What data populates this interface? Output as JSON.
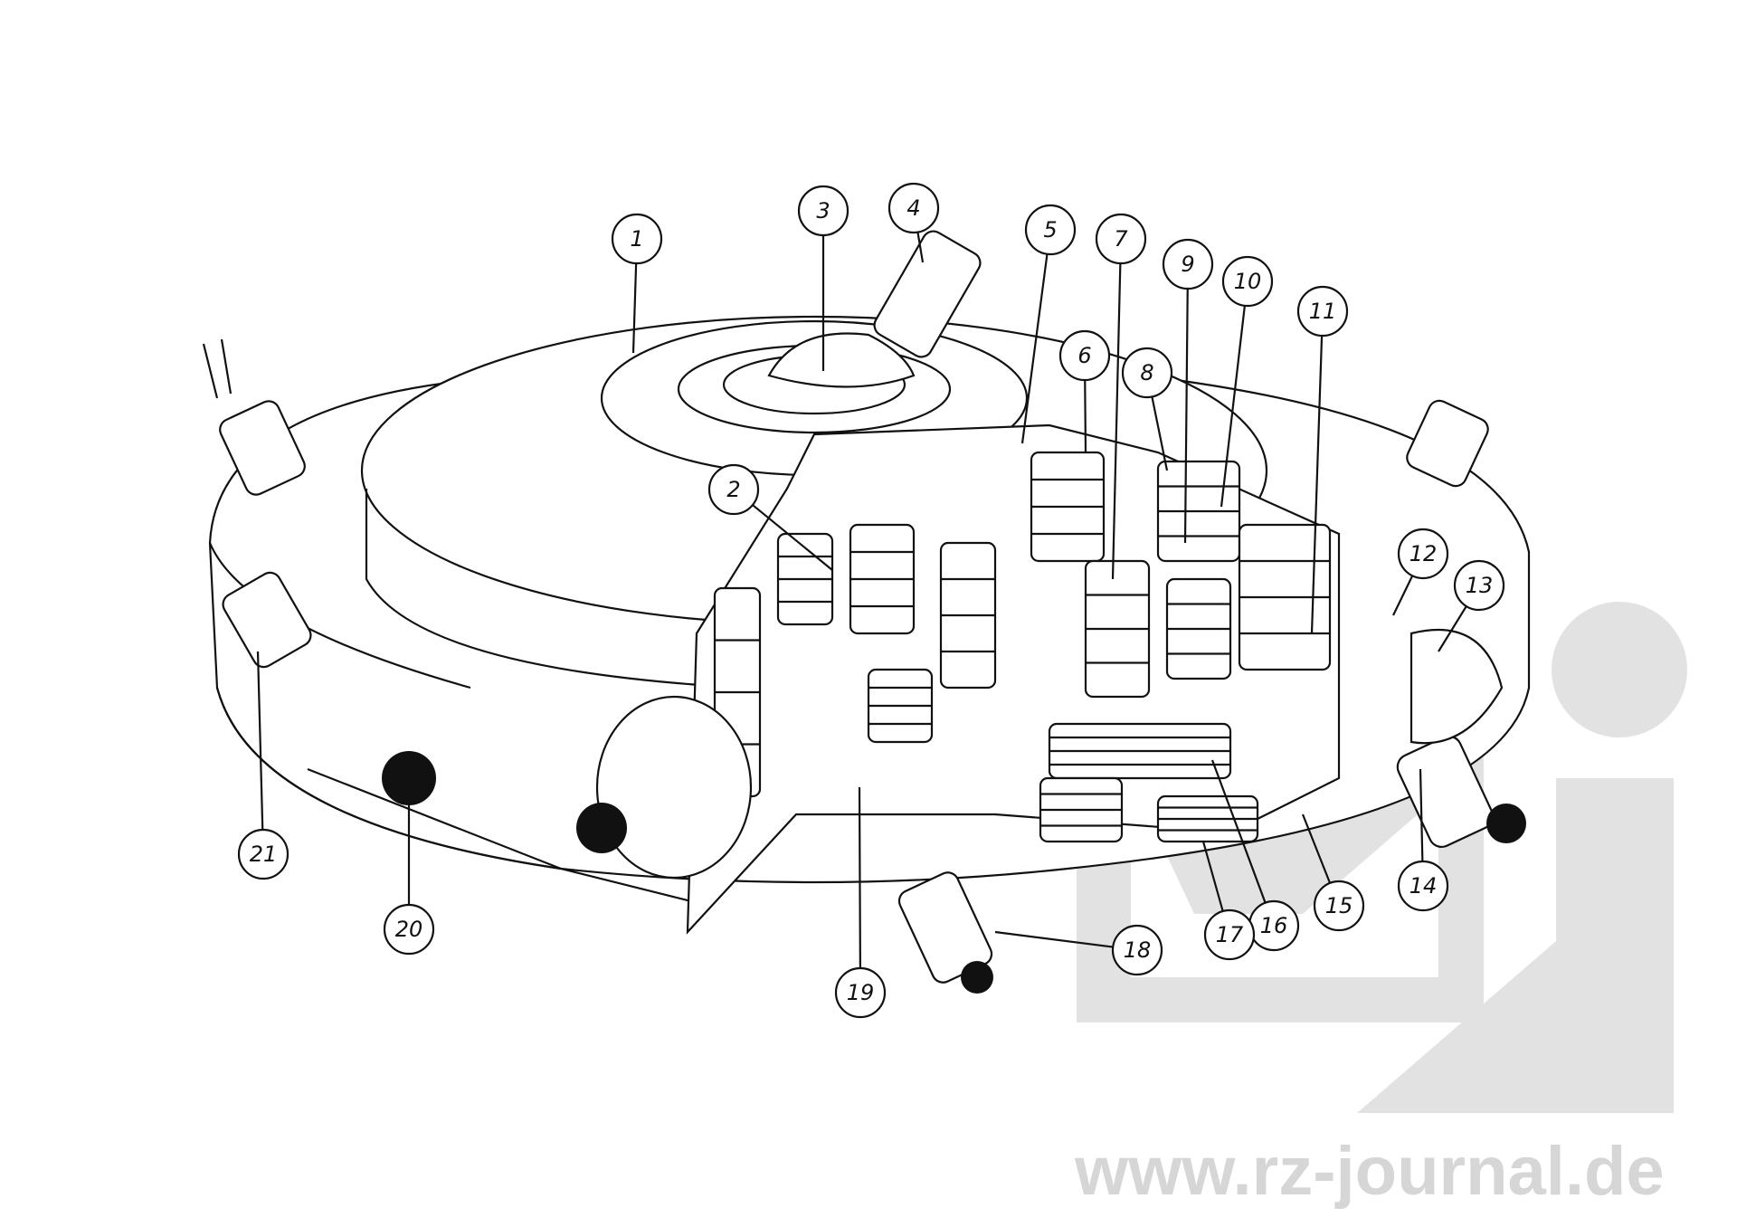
{
  "diagram": {
    "callouts": [
      {
        "number": "1"
      },
      {
        "number": "2"
      },
      {
        "number": "3"
      },
      {
        "number": "4"
      },
      {
        "number": "5"
      },
      {
        "number": "6"
      },
      {
        "number": "7"
      },
      {
        "number": "8"
      },
      {
        "number": "9"
      },
      {
        "number": "10"
      },
      {
        "number": "11"
      },
      {
        "number": "12"
      },
      {
        "number": "13"
      },
      {
        "number": "14"
      },
      {
        "number": "15"
      },
      {
        "number": "16"
      },
      {
        "number": "17"
      },
      {
        "number": "18"
      },
      {
        "number": "19"
      },
      {
        "number": "20"
      },
      {
        "number": "21"
      }
    ]
  },
  "watermark": {
    "text": "www.rz-journal.de",
    "color": "#d6d6d6"
  },
  "colors": {
    "ink": "#111111",
    "paper": "#ffffff"
  }
}
